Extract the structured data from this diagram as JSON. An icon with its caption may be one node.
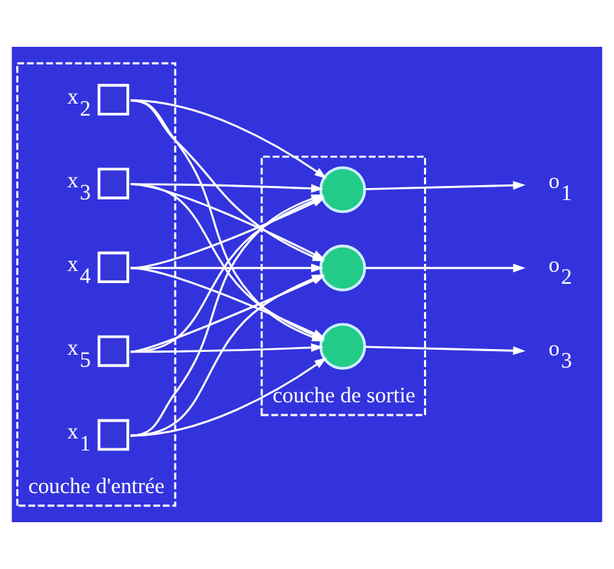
{
  "diagram": {
    "nodes": [
      {
        "text": [
          "couche d'entrée"
        ]
      },
      {
        "text": [],
        "shape": "box",
        "in": 0,
        "beside": [
          "x$_{1}$"
        ]
      },
      {
        "text": [],
        "shape": "box",
        "in": 0,
        "beside": [
          "x$_{2}$"
        ]
      },
      {
        "text": [],
        "shape": "box",
        "in": 0,
        "beside": [
          "x$_{3}$"
        ]
      },
      {
        "text": [],
        "shape": "box",
        "in": 0,
        "beside": [
          "x$_{4}$"
        ]
      },
      {
        "text": [],
        "shape": "box",
        "in": 0,
        "beside": [
          "x$_{5}$"
        ]
      },
      {
        "text": [
          "couche de sortie"
        ]
      },
      {
        "text": [],
        "shape": "circle",
        "in": 6
      },
      {
        "text": [],
        "shape": "circle",
        "in": 6
      },
      {
        "text": [],
        "shape": "circle",
        "in": 6
      },
      {
        "text": [
          "o$_{1}$"
        ]
      },
      {
        "text": [
          "o$_{2}$"
        ]
      },
      {
        "text": [
          "o$_{3}$"
        ]
      }
    ],
    "edges": [
      {
        "from": 1,
        "to": 7,
        "arrow": "to"
      },
      {
        "from": 1,
        "to": 8,
        "arrow": "to"
      },
      {
        "from": 1,
        "to": 9,
        "arrow": "to"
      },
      {
        "from": 2,
        "to": 7,
        "arrow": "to"
      },
      {
        "from": 2,
        "to": 8,
        "arrow": "to"
      },
      {
        "from": 2,
        "to": 9,
        "arrow": "to"
      },
      {
        "from": 3,
        "to": 7,
        "arrow": "to"
      },
      {
        "from": 3,
        "to": 8,
        "arrow": "to"
      },
      {
        "from": 3,
        "to": 9,
        "arrow": "to"
      },
      {
        "from": 4,
        "to": 7,
        "arrow": "to"
      },
      {
        "from": 4,
        "to": 8,
        "arrow": "to"
      },
      {
        "from": 4,
        "to": 9,
        "arrow": "to"
      },
      {
        "from": 5,
        "to": 7,
        "arrow": "to"
      },
      {
        "from": 5,
        "to": 8,
        "arrow": "to"
      },
      {
        "from": 5,
        "to": 9,
        "arrow": "to"
      },
      {
        "from": 7,
        "to": 10,
        "arrow": "to"
      },
      {
        "from": 8,
        "to": 11,
        "arrow": "to"
      },
      {
        "from": 9,
        "to": 12,
        "arrow": "to"
      }
    ]
  }
}
